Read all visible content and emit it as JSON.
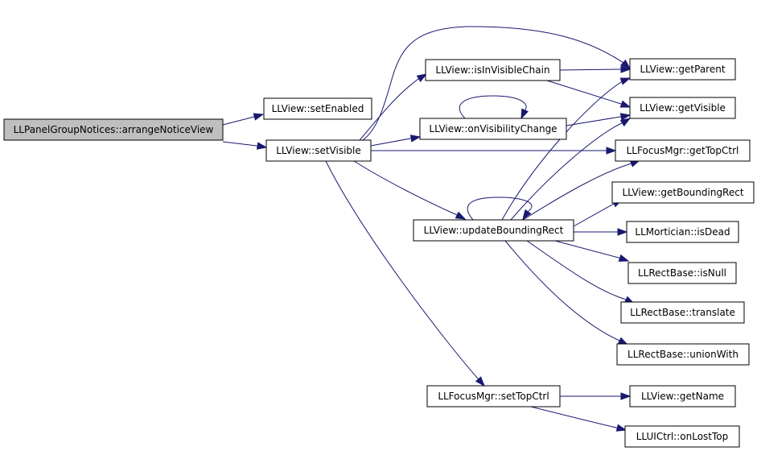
{
  "diagram": {
    "colors": {
      "edge": "#191970",
      "root_fill": "#bfbfbf",
      "node_fill": "#ffffff",
      "border": "#000000"
    },
    "nodes": [
      {
        "id": "root",
        "label": "LLPanelGroupNotices::arrangeNoticeView",
        "root": true
      },
      {
        "id": "setEnabled",
        "label": "LLView::setEnabled"
      },
      {
        "id": "setVisible",
        "label": "LLView::setVisible"
      },
      {
        "id": "isInVisibleChain",
        "label": "LLView::isInVisibleChain"
      },
      {
        "id": "onVisibilityChange",
        "label": "LLView::onVisibilityChange"
      },
      {
        "id": "updateBoundingRect",
        "label": "LLView::updateBoundingRect"
      },
      {
        "id": "setTopCtrl",
        "label": "LLFocusMgr::setTopCtrl"
      },
      {
        "id": "getParent",
        "label": "LLView::getParent"
      },
      {
        "id": "getVisible",
        "label": "LLView::getVisible"
      },
      {
        "id": "getTopCtrl",
        "label": "LLFocusMgr::getTopCtrl"
      },
      {
        "id": "getBoundingRect",
        "label": "LLView::getBoundingRect"
      },
      {
        "id": "isDead",
        "label": "LLMortician::isDead"
      },
      {
        "id": "isNull",
        "label": "LLRectBase::isNull"
      },
      {
        "id": "translate",
        "label": "LLRectBase::translate"
      },
      {
        "id": "unionWith",
        "label": "LLRectBase::unionWith"
      },
      {
        "id": "getName",
        "label": "LLView::getName"
      },
      {
        "id": "onLostTop",
        "label": "LLUICtrl::onLostTop"
      }
    ],
    "edges": [
      {
        "from": "root",
        "to": "setEnabled"
      },
      {
        "from": "root",
        "to": "setVisible"
      },
      {
        "from": "setVisible",
        "to": "getParent"
      },
      {
        "from": "setVisible",
        "to": "isInVisibleChain"
      },
      {
        "from": "setVisible",
        "to": "onVisibilityChange"
      },
      {
        "from": "setVisible",
        "to": "getTopCtrl"
      },
      {
        "from": "setVisible",
        "to": "updateBoundingRect"
      },
      {
        "from": "setVisible",
        "to": "setTopCtrl"
      },
      {
        "from": "isInVisibleChain",
        "to": "getParent"
      },
      {
        "from": "isInVisibleChain",
        "to": "getVisible"
      },
      {
        "from": "onVisibilityChange",
        "to": "onVisibilityChange"
      },
      {
        "from": "onVisibilityChange",
        "to": "getVisible"
      },
      {
        "from": "updateBoundingRect",
        "to": "updateBoundingRect"
      },
      {
        "from": "updateBoundingRect",
        "to": "getParent"
      },
      {
        "from": "updateBoundingRect",
        "to": "getVisible"
      },
      {
        "from": "updateBoundingRect",
        "to": "getTopCtrl"
      },
      {
        "from": "updateBoundingRect",
        "to": "getBoundingRect"
      },
      {
        "from": "updateBoundingRect",
        "to": "isDead"
      },
      {
        "from": "updateBoundingRect",
        "to": "isNull"
      },
      {
        "from": "updateBoundingRect",
        "to": "translate"
      },
      {
        "from": "updateBoundingRect",
        "to": "unionWith"
      },
      {
        "from": "setTopCtrl",
        "to": "getName"
      },
      {
        "from": "setTopCtrl",
        "to": "onLostTop"
      }
    ]
  }
}
